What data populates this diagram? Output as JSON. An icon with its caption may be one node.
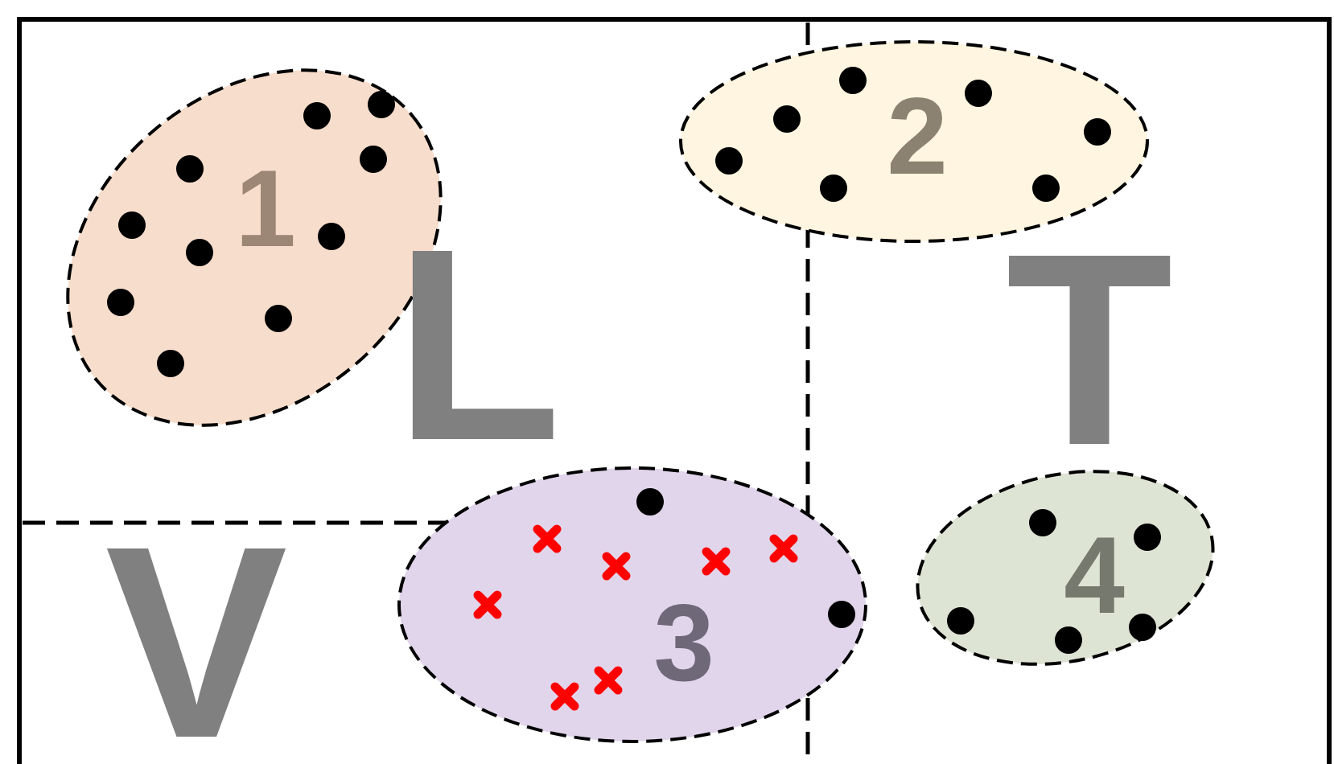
{
  "diagram": {
    "nodes": [
      {
        "text": [
          "1"
        ]
      },
      {
        "text": [
          "2"
        ]
      },
      {
        "text": [
          "3"
        ]
      },
      {
        "text": [
          "4"
        ]
      }
    ],
    "labels": [
      "L",
      "T",
      "V"
    ]
  }
}
